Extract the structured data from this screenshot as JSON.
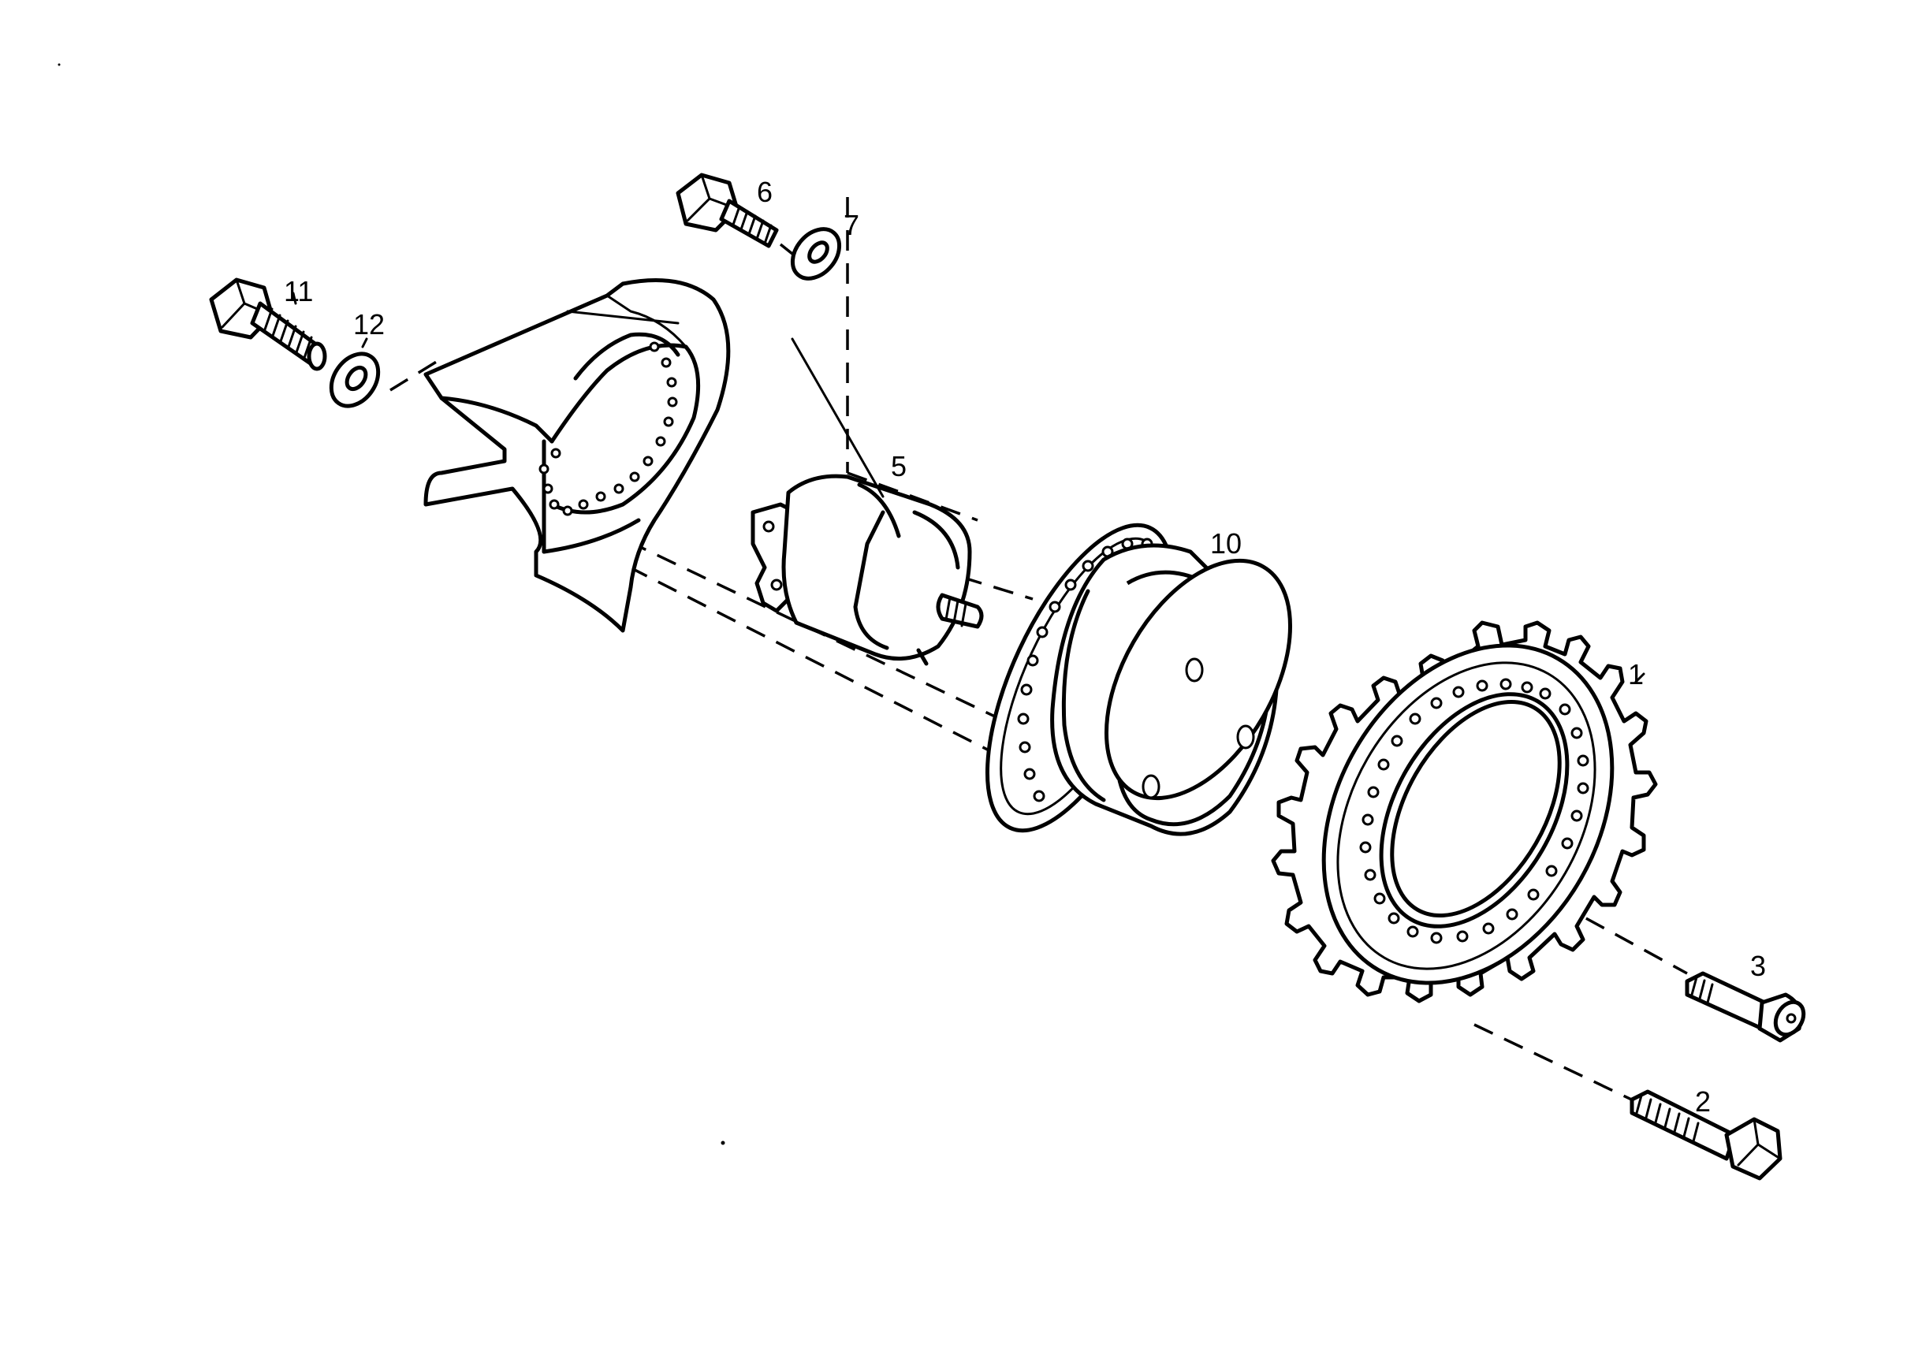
{
  "callouts": {
    "c1": "1",
    "c2": "2",
    "c3": "3",
    "c5": "5",
    "c6": "6",
    "c7": "7",
    "c10": "10",
    "c11": "11",
    "c12": "12"
  }
}
